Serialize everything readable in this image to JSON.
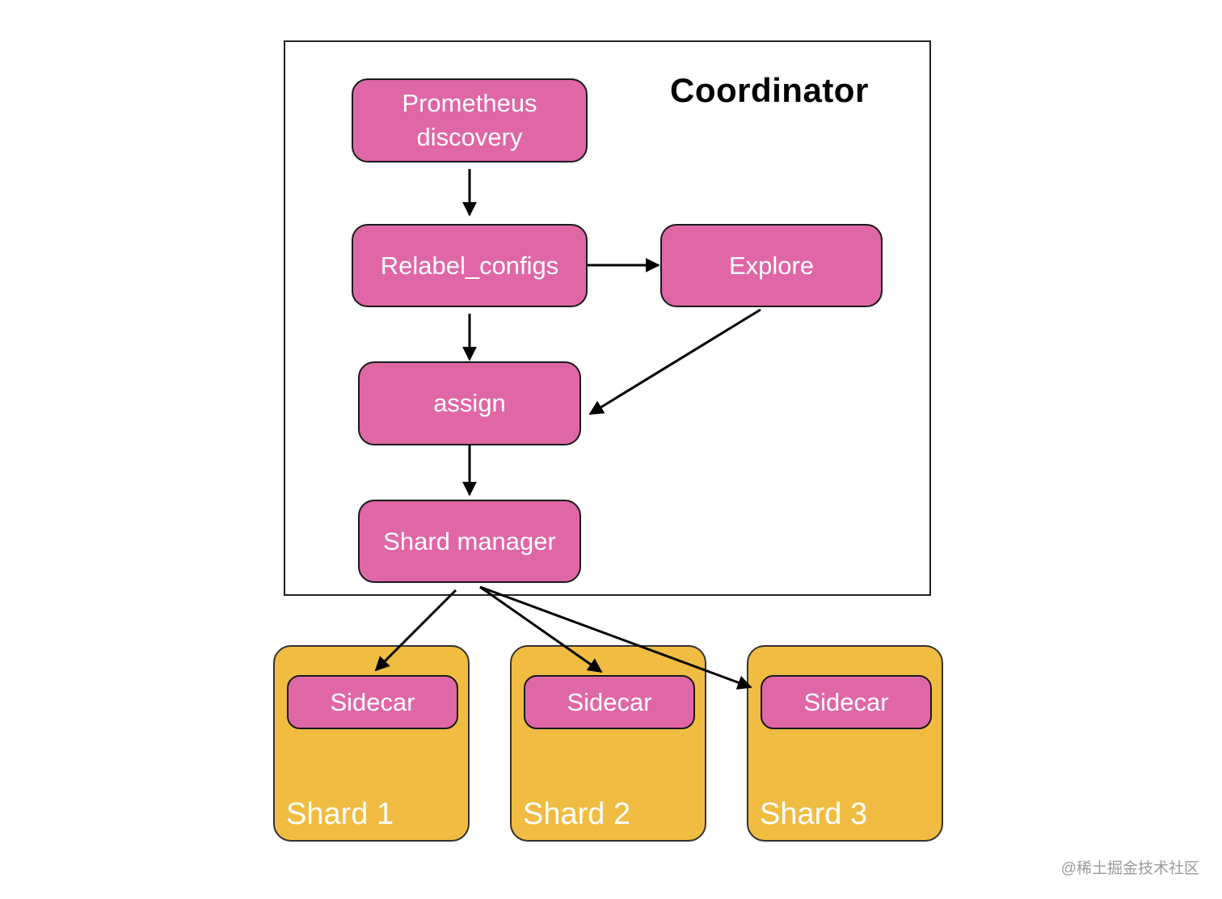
{
  "coordinator": {
    "title": "Coordinator"
  },
  "nodes": {
    "prometheus_discovery": "Prometheus\ndiscovery",
    "relabel_configs": "Relabel_configs",
    "explore": "Explore",
    "assign": "assign",
    "shard_manager": "Shard manager"
  },
  "shards": [
    {
      "label": "Shard 1",
      "sidecar": "Sidecar"
    },
    {
      "label": "Shard 2",
      "sidecar": "Sidecar"
    },
    {
      "label": "Shard 3",
      "sidecar": "Sidecar"
    }
  ],
  "colors": {
    "node": "#df67a6",
    "shard": "#f0bc42",
    "border": "#1a1a1a"
  },
  "watermark": "@稀土掘金技术社区"
}
